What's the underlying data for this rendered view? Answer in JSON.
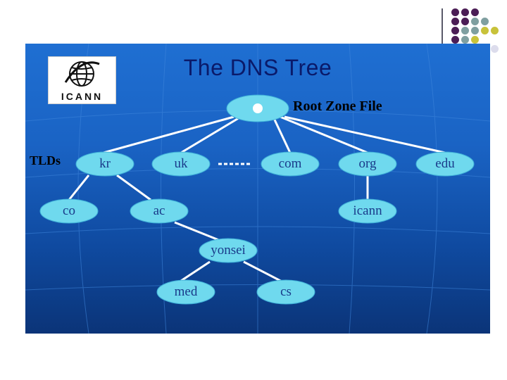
{
  "title": "The DNS Tree",
  "logo": {
    "text": "ICANN",
    "icon": "globe-icon"
  },
  "root_label": "Root Zone File",
  "tld_label": "TLDs",
  "nodes": {
    "kr": "kr",
    "uk": "uk",
    "com": "com",
    "org": "org",
    "edu": "edu",
    "co": "co",
    "ac": "ac",
    "icann": "icann",
    "yonsei": "yonsei",
    "med": "med",
    "cs": "cs"
  },
  "colors": {
    "node_fill": "#6fd9ee",
    "slide_top": "#1f6fd2",
    "slide_bottom": "#0b3478",
    "edge": "#ffffff",
    "title": "#0a1a6a",
    "node_text": "#1a3a8a",
    "accent_purple": "#4b1d55",
    "accent_gray": "#7f9fa0",
    "accent_yellow": "#c8c23a"
  }
}
